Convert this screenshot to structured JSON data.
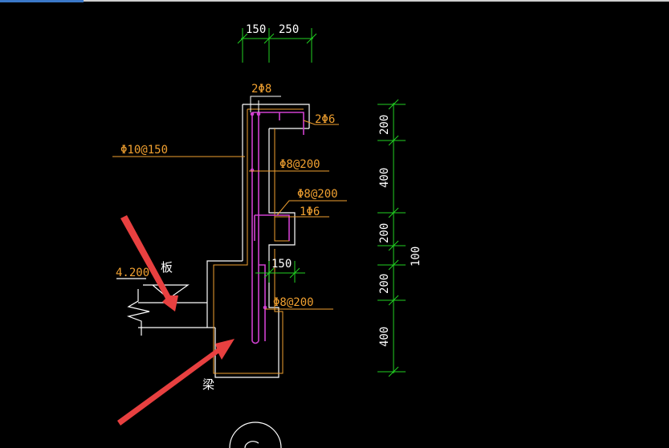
{
  "title": "",
  "colors": {
    "background": "#000000",
    "outline": "#ffffff",
    "rebar": "#d040d0",
    "leader": "#f0a030",
    "dimension": "#22d022",
    "arrow": "#e84040"
  },
  "dimensions": {
    "top": [
      "150",
      "250"
    ],
    "right": [
      "200",
      "400",
      "200",
      "200",
      "400"
    ],
    "total": "100",
    "inner": "150"
  },
  "rebar_labels": {
    "top_bars": "2Φ8",
    "top_right_bars": "2Φ6",
    "slab_bar": "Φ10@150",
    "stirrup_upper": "Φ8@200",
    "stirrup_mid": "Φ8@200",
    "mid_bar": "1Φ6",
    "stirrup_lower": "Φ8@200"
  },
  "annotations": {
    "elevation": "4.200",
    "slab": "板",
    "beam": "梁"
  }
}
